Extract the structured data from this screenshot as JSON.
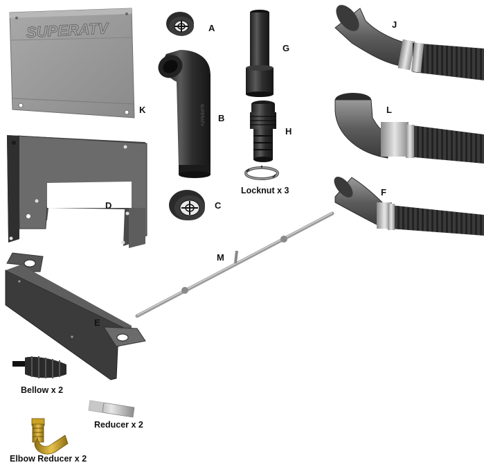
{
  "parts": [
    {
      "letter": "A"
    },
    {
      "letter": "B"
    },
    {
      "letter": "C"
    },
    {
      "letter": "D"
    },
    {
      "letter": "E"
    },
    {
      "letter": "F"
    },
    {
      "letter": "G"
    },
    {
      "letter": "H"
    },
    {
      "letter": "J"
    },
    {
      "letter": "K"
    },
    {
      "letter": "L"
    },
    {
      "letter": "M"
    }
  ],
  "captions": {
    "locknut": "Locknut x 3",
    "bellow": "Bellow x 2",
    "reducer": "Reducer x 2",
    "elbow_reducer": "Elbow Reducer x 2"
  },
  "brand_text": "SUPERATV",
  "colors": {
    "plate": "#9b9b9b",
    "plate_dark": "#7e7e7e",
    "bracket": "#3a3a3a",
    "bracket_face": "#555555",
    "rubber": "#2c2c2c",
    "hose": "#3e3e3e",
    "clamp": "#b9b9b9",
    "brass": "#c9a227"
  }
}
